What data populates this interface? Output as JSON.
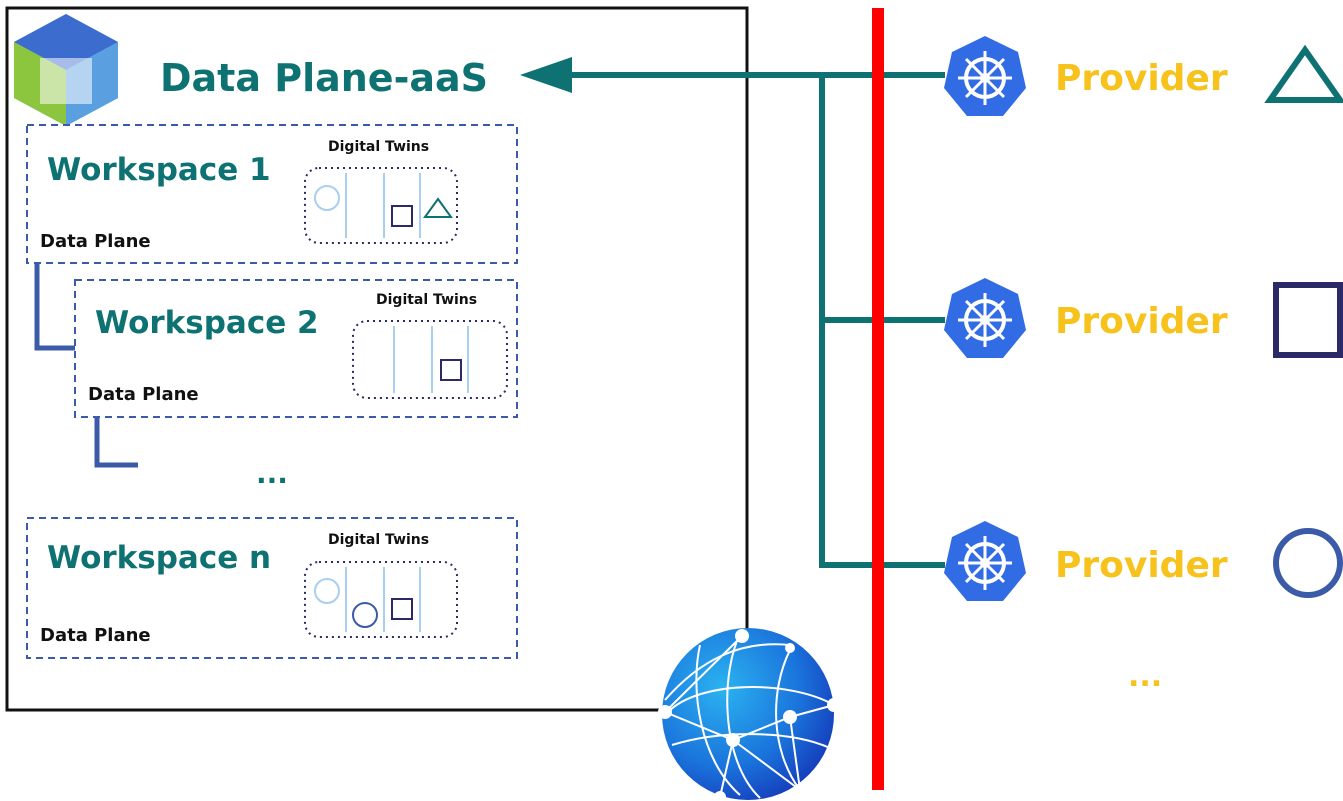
{
  "main": {
    "title": "Data Plane-aaS",
    "ellipsis": "..."
  },
  "workspaces": [
    {
      "title": "Workspace 1",
      "twins_label": "Digital Twins",
      "plane_label": "Data Plane"
    },
    {
      "title": "Workspace 2",
      "twins_label": "Digital Twins",
      "plane_label": "Data Plane"
    },
    {
      "title": "Workspace n",
      "twins_label": "Digital Twins",
      "plane_label": "Data Plane"
    }
  ],
  "providers": [
    {
      "label": "Provider",
      "shape_icon": "triangle-icon"
    },
    {
      "label": "Provider",
      "shape_icon": "square-icon"
    },
    {
      "label": "Provider",
      "shape_icon": "circle-icon"
    }
  ],
  "providers_ellipsis": "...",
  "colors": {
    "teal": "#0e7272",
    "provider_text": "#f7c21b",
    "network_bar": "#ff0000",
    "kubernetes": "#326ce5",
    "workspace_border": "#3b5ba8",
    "navy": "#2b2a66"
  }
}
